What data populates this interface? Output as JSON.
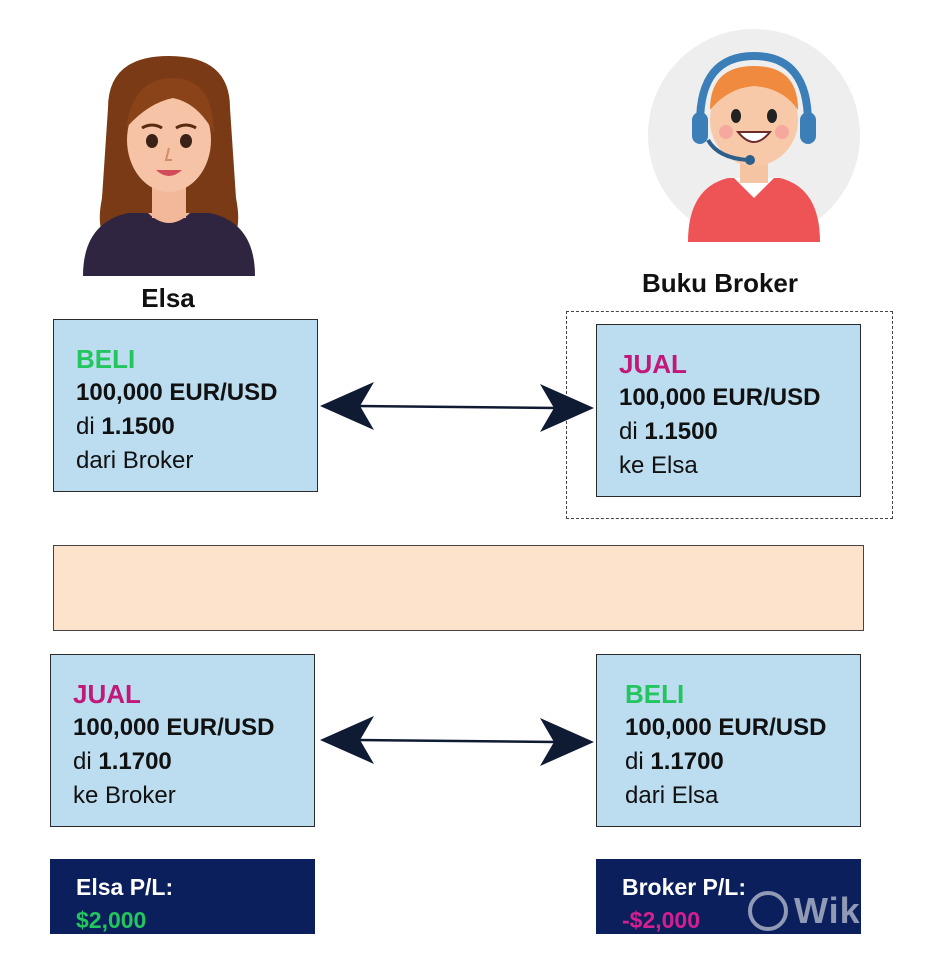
{
  "parties": {
    "left_name": "Elsa",
    "right_name": "Buku Broker"
  },
  "top_left": {
    "action": "BELI",
    "amount": "100,000 EUR/USD",
    "rate_prefix": "di",
    "rate": "1.1500",
    "counterparty": "dari Broker"
  },
  "top_right": {
    "action": "JUAL",
    "amount": "100,000 EUR/USD",
    "rate_prefix": "di",
    "rate": "1.1500",
    "counterparty": "ke Elsa"
  },
  "bottom_left": {
    "action": "JUAL",
    "amount": "100,000 EUR/USD",
    "rate_prefix": "di",
    "rate": "1.1700",
    "counterparty": "ke Broker"
  },
  "bottom_right": {
    "action": "BELI",
    "amount": "100,000 EUR/USD",
    "rate_prefix": "di",
    "rate": "1.1700",
    "counterparty": "dari Elsa"
  },
  "pl_left": {
    "label": "Elsa P/L:",
    "value": "$2,000"
  },
  "pl_right": {
    "label": "Broker P/L:",
    "value": "-$2,000"
  },
  "watermark": "WikiFX",
  "colors": {
    "buy": "#22c55e",
    "sell": "#c0197a",
    "box_fill": "#bcdcf0",
    "pl_fill": "#0b1f5c",
    "peach": "#fde2cc",
    "arrow": "#0f1a33"
  }
}
